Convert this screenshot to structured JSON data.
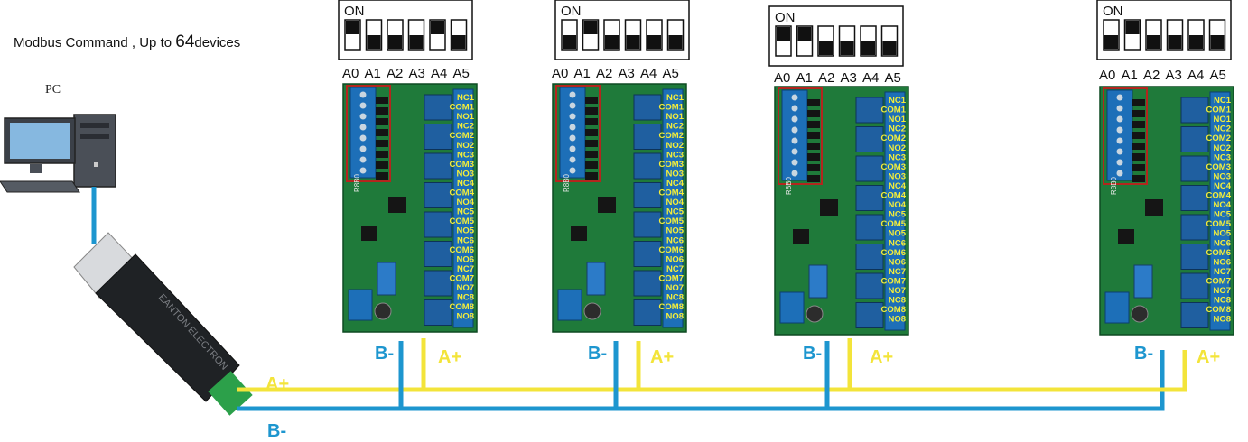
{
  "heading": {
    "prefix": "Modbus Command , Up to ",
    "count": "64",
    "suffix": "devices"
  },
  "pc_label": "PC",
  "switch_on_label": "ON",
  "address_labels": [
    "A0",
    "A1",
    "A2",
    "A3",
    "A4",
    "A5"
  ],
  "relay_labels": [
    "NC1",
    "COM1",
    "NO1",
    "NC2",
    "COM2",
    "NO2",
    "NC3",
    "COM3",
    "NO3",
    "NC4",
    "COM4",
    "NO4",
    "NC5",
    "COM5",
    "NO5",
    "NC6",
    "COM6",
    "NO6",
    "NC7",
    "COM7",
    "NO7",
    "NC8",
    "COM8",
    "NO8"
  ],
  "board_text": "R8B0",
  "adapter_text": "EANTON ELECTRON",
  "bus_labels": {
    "a_plus": "A+",
    "b_minus": "B-"
  },
  "devices": [
    {
      "dip_up": [
        1,
        0,
        0,
        0,
        1,
        0
      ]
    },
    {
      "dip_up": [
        0,
        1,
        0,
        0,
        0,
        0
      ]
    },
    {
      "dip_up": [
        1,
        1,
        0,
        0,
        0,
        0
      ]
    },
    {
      "dip_up": [
        0,
        1,
        0,
        0,
        0,
        0
      ]
    }
  ],
  "colors": {
    "a_line": "#f3e43a",
    "b_line": "#1d96cf",
    "pcb": "#1f7a3a",
    "relay": "#1f5fa0",
    "terminal": "#1d6fb8",
    "label_yellow": "#f4ee3a"
  }
}
